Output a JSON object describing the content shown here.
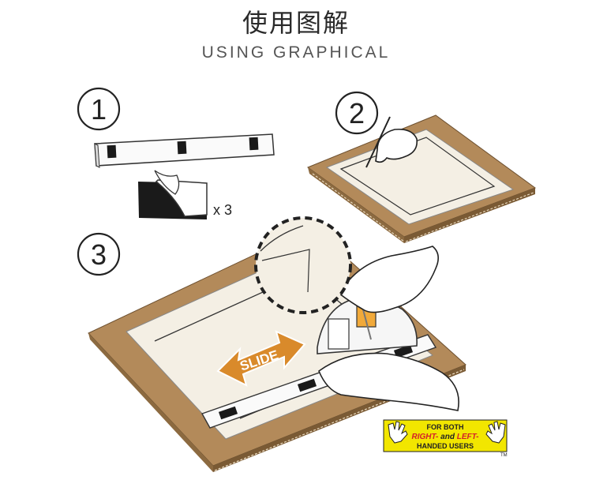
{
  "header": {
    "title": "使用图解",
    "subtitle": "USING GRAPHICAL"
  },
  "steps": [
    {
      "number": "1"
    },
    {
      "number": "2"
    },
    {
      "number": "3"
    }
  ],
  "step1": {
    "count_label": "x 3"
  },
  "step3": {
    "slide_label": "SLIDE"
  },
  "badge": {
    "line1": "FOR BOTH",
    "line2_a": "RIGHT-",
    "line2_b": " and ",
    "line2_c": "LEFT-",
    "line3": "HANDED USERS",
    "tm": "TM"
  },
  "colors": {
    "cardboard": "#b38a5a",
    "cardboard_dark": "#8c6a40",
    "mat": "#f4efe4",
    "arrow": "#d98a2b",
    "badge_bg": "#f2e600",
    "badge_accent": "#d4202a",
    "ink": "#222222"
  }
}
